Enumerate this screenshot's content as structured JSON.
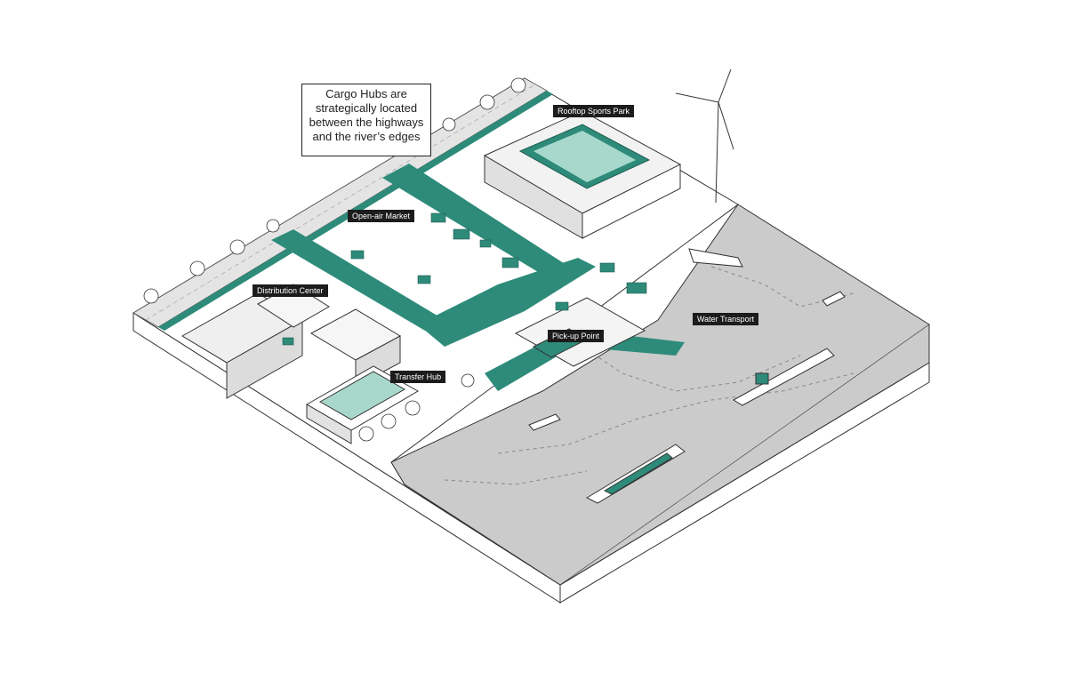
{
  "callout": {
    "lines": [
      "Cargo Hubs are",
      "strategically located",
      "between the highways",
      "and the river’s edges"
    ]
  },
  "labels": {
    "rooftop_sports_park": "Rooftop Sports Park",
    "open_air_market": "Open-air Market",
    "distribution_center": "Distribution Center",
    "pick_up_point": "Pick-up Point",
    "transfer_hub": "Transfer Hub",
    "water_transport": "Water Transport"
  },
  "colors": {
    "accent_green": "#2e8b7a",
    "light_green": "#a8d8cc",
    "water_gray": "#c9c9c9",
    "label_bg": "#1c1c1c"
  }
}
